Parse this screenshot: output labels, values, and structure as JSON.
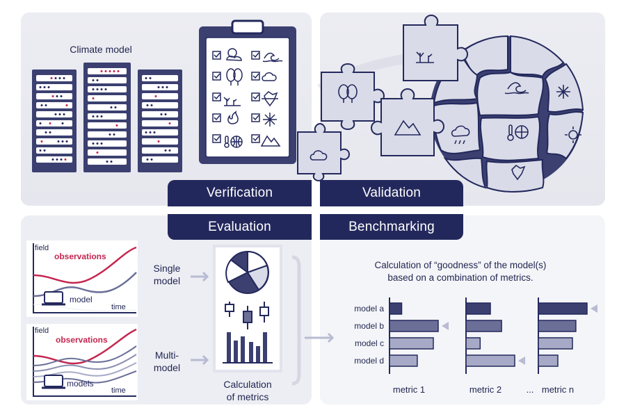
{
  "top_left": {
    "title": "Climate model"
  },
  "bands": {
    "verification": "Verification",
    "validation": "Validation",
    "evaluation": "Evaluation",
    "benchmarking": "Benchmarking"
  },
  "plot_single": {
    "ylabel": "field",
    "obs_label": "observations",
    "model_label": "model",
    "xlabel": "time"
  },
  "plot_multi": {
    "ylabel": "field",
    "obs_label": "observations",
    "model_label": "models",
    "xlabel": "time"
  },
  "single_label": "Single\nmodel",
  "multi_label": "Multi-\nmodel",
  "calc_label": "Calculation\nof metrics",
  "goodness_label": "Calculation of “goodness” of the model(s)\nbased on a combination of metrics.",
  "colors": {
    "navy": "#23285c",
    "accent_red": "#c3264f",
    "bar_dark": "#3b4070",
    "bar_mid": "#6b6f98",
    "bar_light": "#a7aac6",
    "marker": "#b8bbd2"
  },
  "chart_data": {
    "type": "bar",
    "orientation": "horizontal",
    "categories": [
      "model a",
      "model b",
      "model c",
      "model d"
    ],
    "series": [
      {
        "name": "metric 1",
        "values": [
          0.25,
          1.0,
          0.9,
          0.57
        ]
      },
      {
        "name": "metric 2",
        "values": [
          0.5,
          0.73,
          0.29,
          1.0
        ]
      },
      {
        "name": "metric n",
        "values": [
          1.0,
          0.77,
          0.7,
          0.4
        ]
      }
    ],
    "best_marker": [
      "model b",
      "model d",
      "model a"
    ],
    "ellipsis": "..."
  }
}
